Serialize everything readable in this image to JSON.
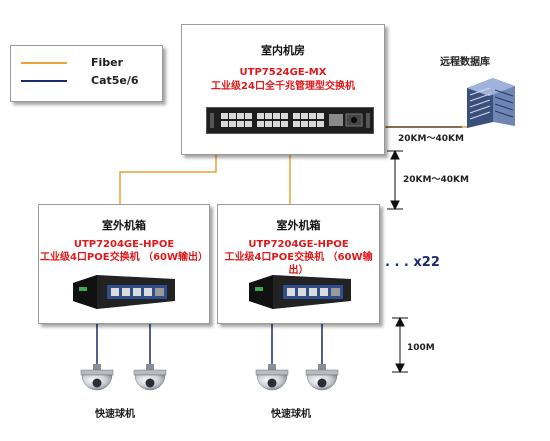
{
  "legend": {
    "fiber_label": "Fiber",
    "cat_label": "Cat5e/6",
    "fiber_color": "#e8a33a",
    "cat_color": "#1c2a6e"
  },
  "core": {
    "title": "室内机房",
    "model": "UTP7524GE-MX",
    "desc": "工业级24口全千兆管理型交换机"
  },
  "datacenter": {
    "label": "远程数据库"
  },
  "outdoor": [
    {
      "title": "室外机箱",
      "model": "UTP7204GE-HPOE",
      "desc": "工业级4口POE交换机 （60W输出）",
      "camera_label": "快速球机"
    },
    {
      "title": "室外机箱",
      "model": "UTP7204GE-HPOE",
      "desc": "工业级4口POE交换机 （60W输出）",
      "camera_label": "快速球机"
    }
  ],
  "distances": {
    "datacenter_link": "20KM～40KM",
    "fiber_span": "20KM～40KM",
    "copper_span": "100M"
  },
  "multiplier": ". . . x22"
}
